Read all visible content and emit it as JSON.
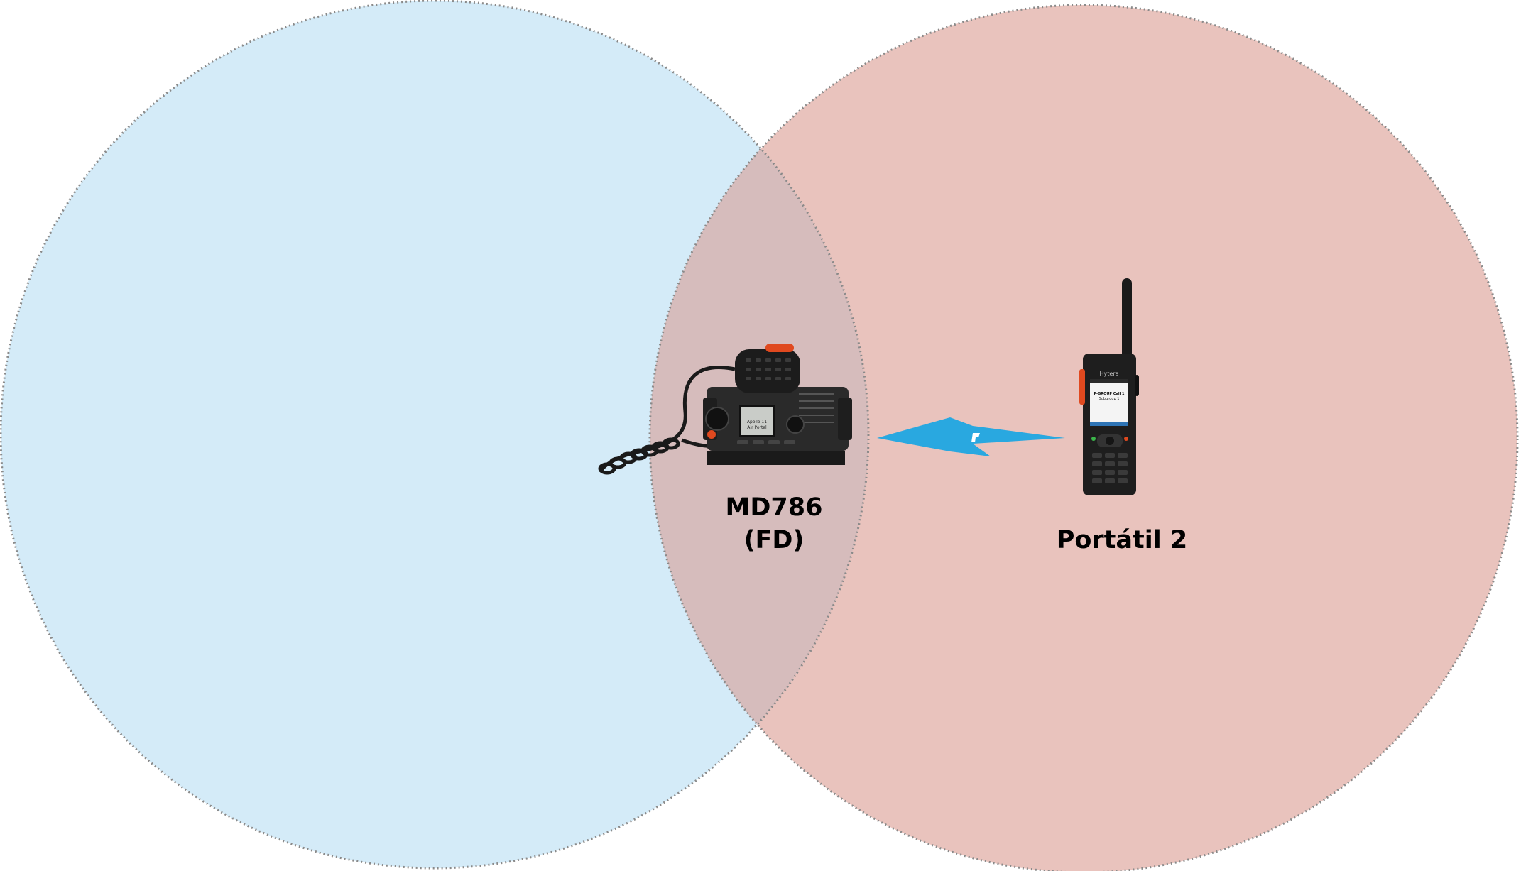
{
  "diagram": {
    "colors": {
      "left_circle_fill": "#d4ebf8",
      "right_circle_fill": "#e9c3bd",
      "overlap_fill": "#d6bcbc",
      "circle_stroke": "#8a8a8a",
      "lightning": "#29a8e0",
      "label": "#000000"
    },
    "devices": {
      "mobile_radio": {
        "icon": "mobile-radio-icon",
        "display_line1": "Apollo 11",
        "display_line2": "Air Portal"
      },
      "portable_radio": {
        "icon": "handheld-radio-icon",
        "brand": "Hytera",
        "screen_line1": "P-GROUP Call 1",
        "screen_line2": "Subgroup 1"
      }
    },
    "link": {
      "icon": "lightning-bolt-icon"
    },
    "labels": {
      "md786_line1": "MD786",
      "md786_line2": "(FD)",
      "portatil": "Portátil 2"
    }
  }
}
